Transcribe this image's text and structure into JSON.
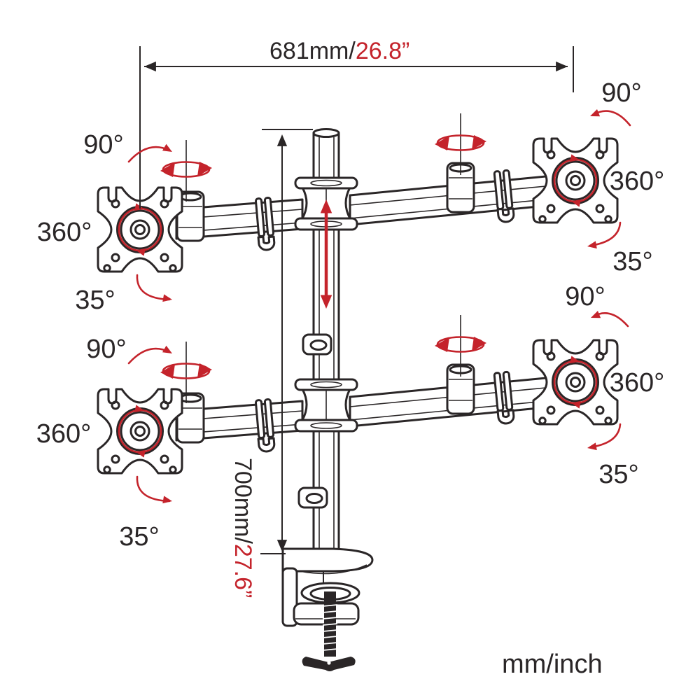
{
  "dimensions": {
    "width": {
      "metric": "681mm/",
      "imperial": "26.8”"
    },
    "height": {
      "metric": "700mm/",
      "imperial": "27.6”"
    }
  },
  "legend": {
    "units": "mm/inch"
  },
  "mounts": {
    "top_left": {
      "deg90": "90°",
      "deg360": "360°",
      "deg35": "35°"
    },
    "top_right": {
      "deg90": "90°",
      "deg360": "360°",
      "deg35": "35°"
    },
    "bottom_left": {
      "deg90": "90°",
      "deg360": "360°",
      "deg35": "35°"
    },
    "bottom_right": {
      "deg90": "90°",
      "deg360": "360°",
      "deg35": "35°"
    }
  },
  "icons": {
    "rotate_90": "curved-arrow-icon",
    "rotate_360": "circular-arrow-icon",
    "tilt_35": "curved-arrow-icon",
    "swivel": "ellipse-rotation-arrow-icon",
    "height_adjust": "vertical-double-arrow-icon"
  },
  "colors": {
    "ink": "#2a2627",
    "accent_red": "#c4232b"
  }
}
